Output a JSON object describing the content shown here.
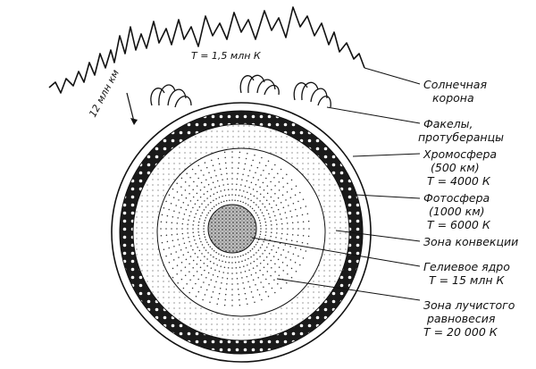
{
  "colors": {
    "ink": "#111111",
    "paper": "#ffffff",
    "core_fill": "#9a9a9a"
  },
  "annotations": {
    "corona_temp": "T = 1,5 млн К",
    "corona_height": "12 млн км"
  },
  "labels": {
    "corona": {
      "line1": "Солнечная",
      "line2": "корона"
    },
    "prominences": {
      "line1": "Факелы,",
      "line2": "протуберанцы"
    },
    "chromosphere": {
      "line1": "Хромосфера",
      "line2": "(500 км)",
      "line3": "Т = 4000 К"
    },
    "photosphere": {
      "line1": "Фотосфера",
      "line2": "(1000 км)",
      "line3": "Т = 6000 К"
    },
    "convection": {
      "line1": "Зона конвекции"
    },
    "core": {
      "line1": "Гелиевое ядро",
      "line2": "Т = 15 млн К"
    },
    "radiative": {
      "line1": "Зона лучистого",
      "line2": "равновесия",
      "line3": "Т = 20 000 К"
    }
  }
}
